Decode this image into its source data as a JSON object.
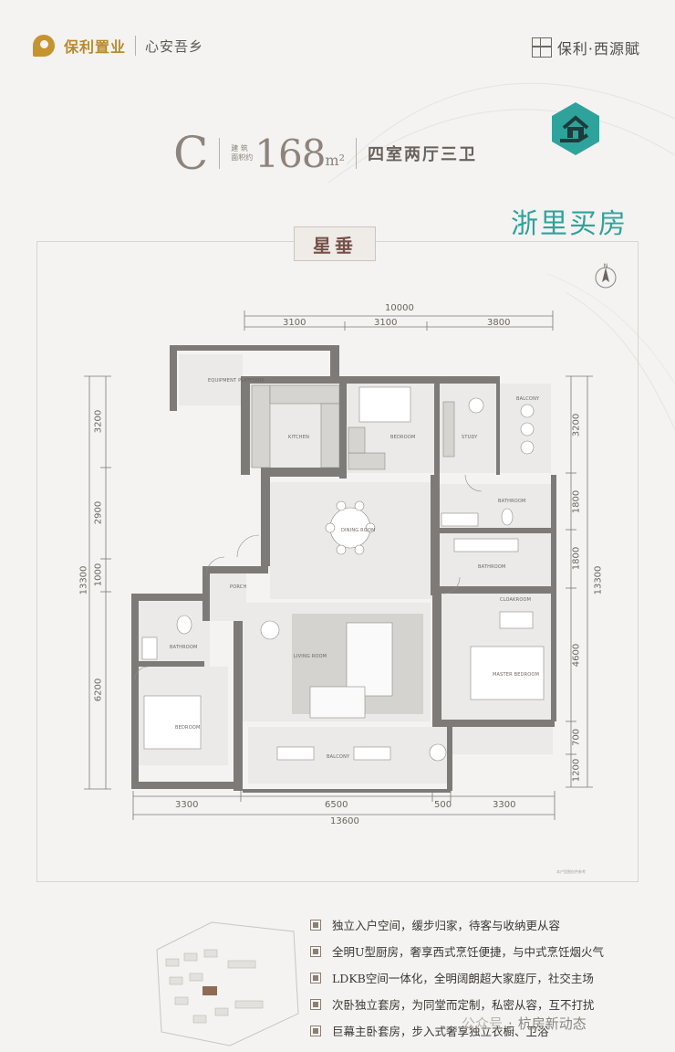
{
  "header": {
    "brand_name": "保利置业",
    "slogan": "心安吾乡",
    "project_name": "保利·西源賦"
  },
  "unit": {
    "letter": "C",
    "area_label_1": "建 筑",
    "area_label_2": "面积约",
    "area_value": "168",
    "area_unit": "m²",
    "rooms": "四室两厅三卫"
  },
  "watermark": {
    "text": "浙里买房",
    "footer_prefix": "公众号",
    "footer_dot": "·",
    "footer_name": "杭房新动态"
  },
  "plan": {
    "name": "星垂",
    "dims_top": {
      "total": "10000",
      "a": "3100",
      "b": "3100",
      "c": "3800"
    },
    "dims_bottom": {
      "total": "13600",
      "a": "3300",
      "b": "6500",
      "c": "500",
      "d": "3300"
    },
    "dims_left": {
      "total": "13300",
      "a": "3200",
      "b": "2900",
      "c": "1000",
      "d": "6200"
    },
    "dims_right": {
      "total": "13300",
      "a": "3200",
      "b": "1800",
      "c": "1800",
      "d": "4600",
      "e": "700",
      "f": "1200"
    },
    "rooms": {
      "equipment": "EQUIPMENT PLATFORM",
      "kitchen": "KITCHEN",
      "bedroom_top": "BEDROOM",
      "study": "STUDY",
      "balcony_top": "BALCONY",
      "dining": "DINING ROOM",
      "bathroom_right1": "BATHROOM",
      "bathroom_right2": "BATHROOM",
      "porch": "PORCH",
      "cloakroom": "CLOAKROOM",
      "bathroom_left": "BATHROOM",
      "living": "LIVING ROOM",
      "master": "MASTER BEDROOM",
      "bedroom_left": "BEDROOM",
      "balcony_bottom": "BALCONY"
    },
    "footnote": "本户型图仅供参考"
  },
  "features": [
    "独立入户空间，缓步归家，待客与收纳更从容",
    "全明U型厨房，奢享西式烹饪便捷，与中式烹饪烟火气",
    "LDKB空间一体化，全明阔朗超大家庭厅，社交主场",
    "次卧独立套房，为同堂而定制，私密从容，互不打扰",
    "巨幕主卧套房，步入式奢享独立衣橱、卫浴"
  ],
  "colors": {
    "brand_gold": "#c5942e",
    "watermark_teal": "#2ea39b",
    "wall": "#7b7875"
  }
}
